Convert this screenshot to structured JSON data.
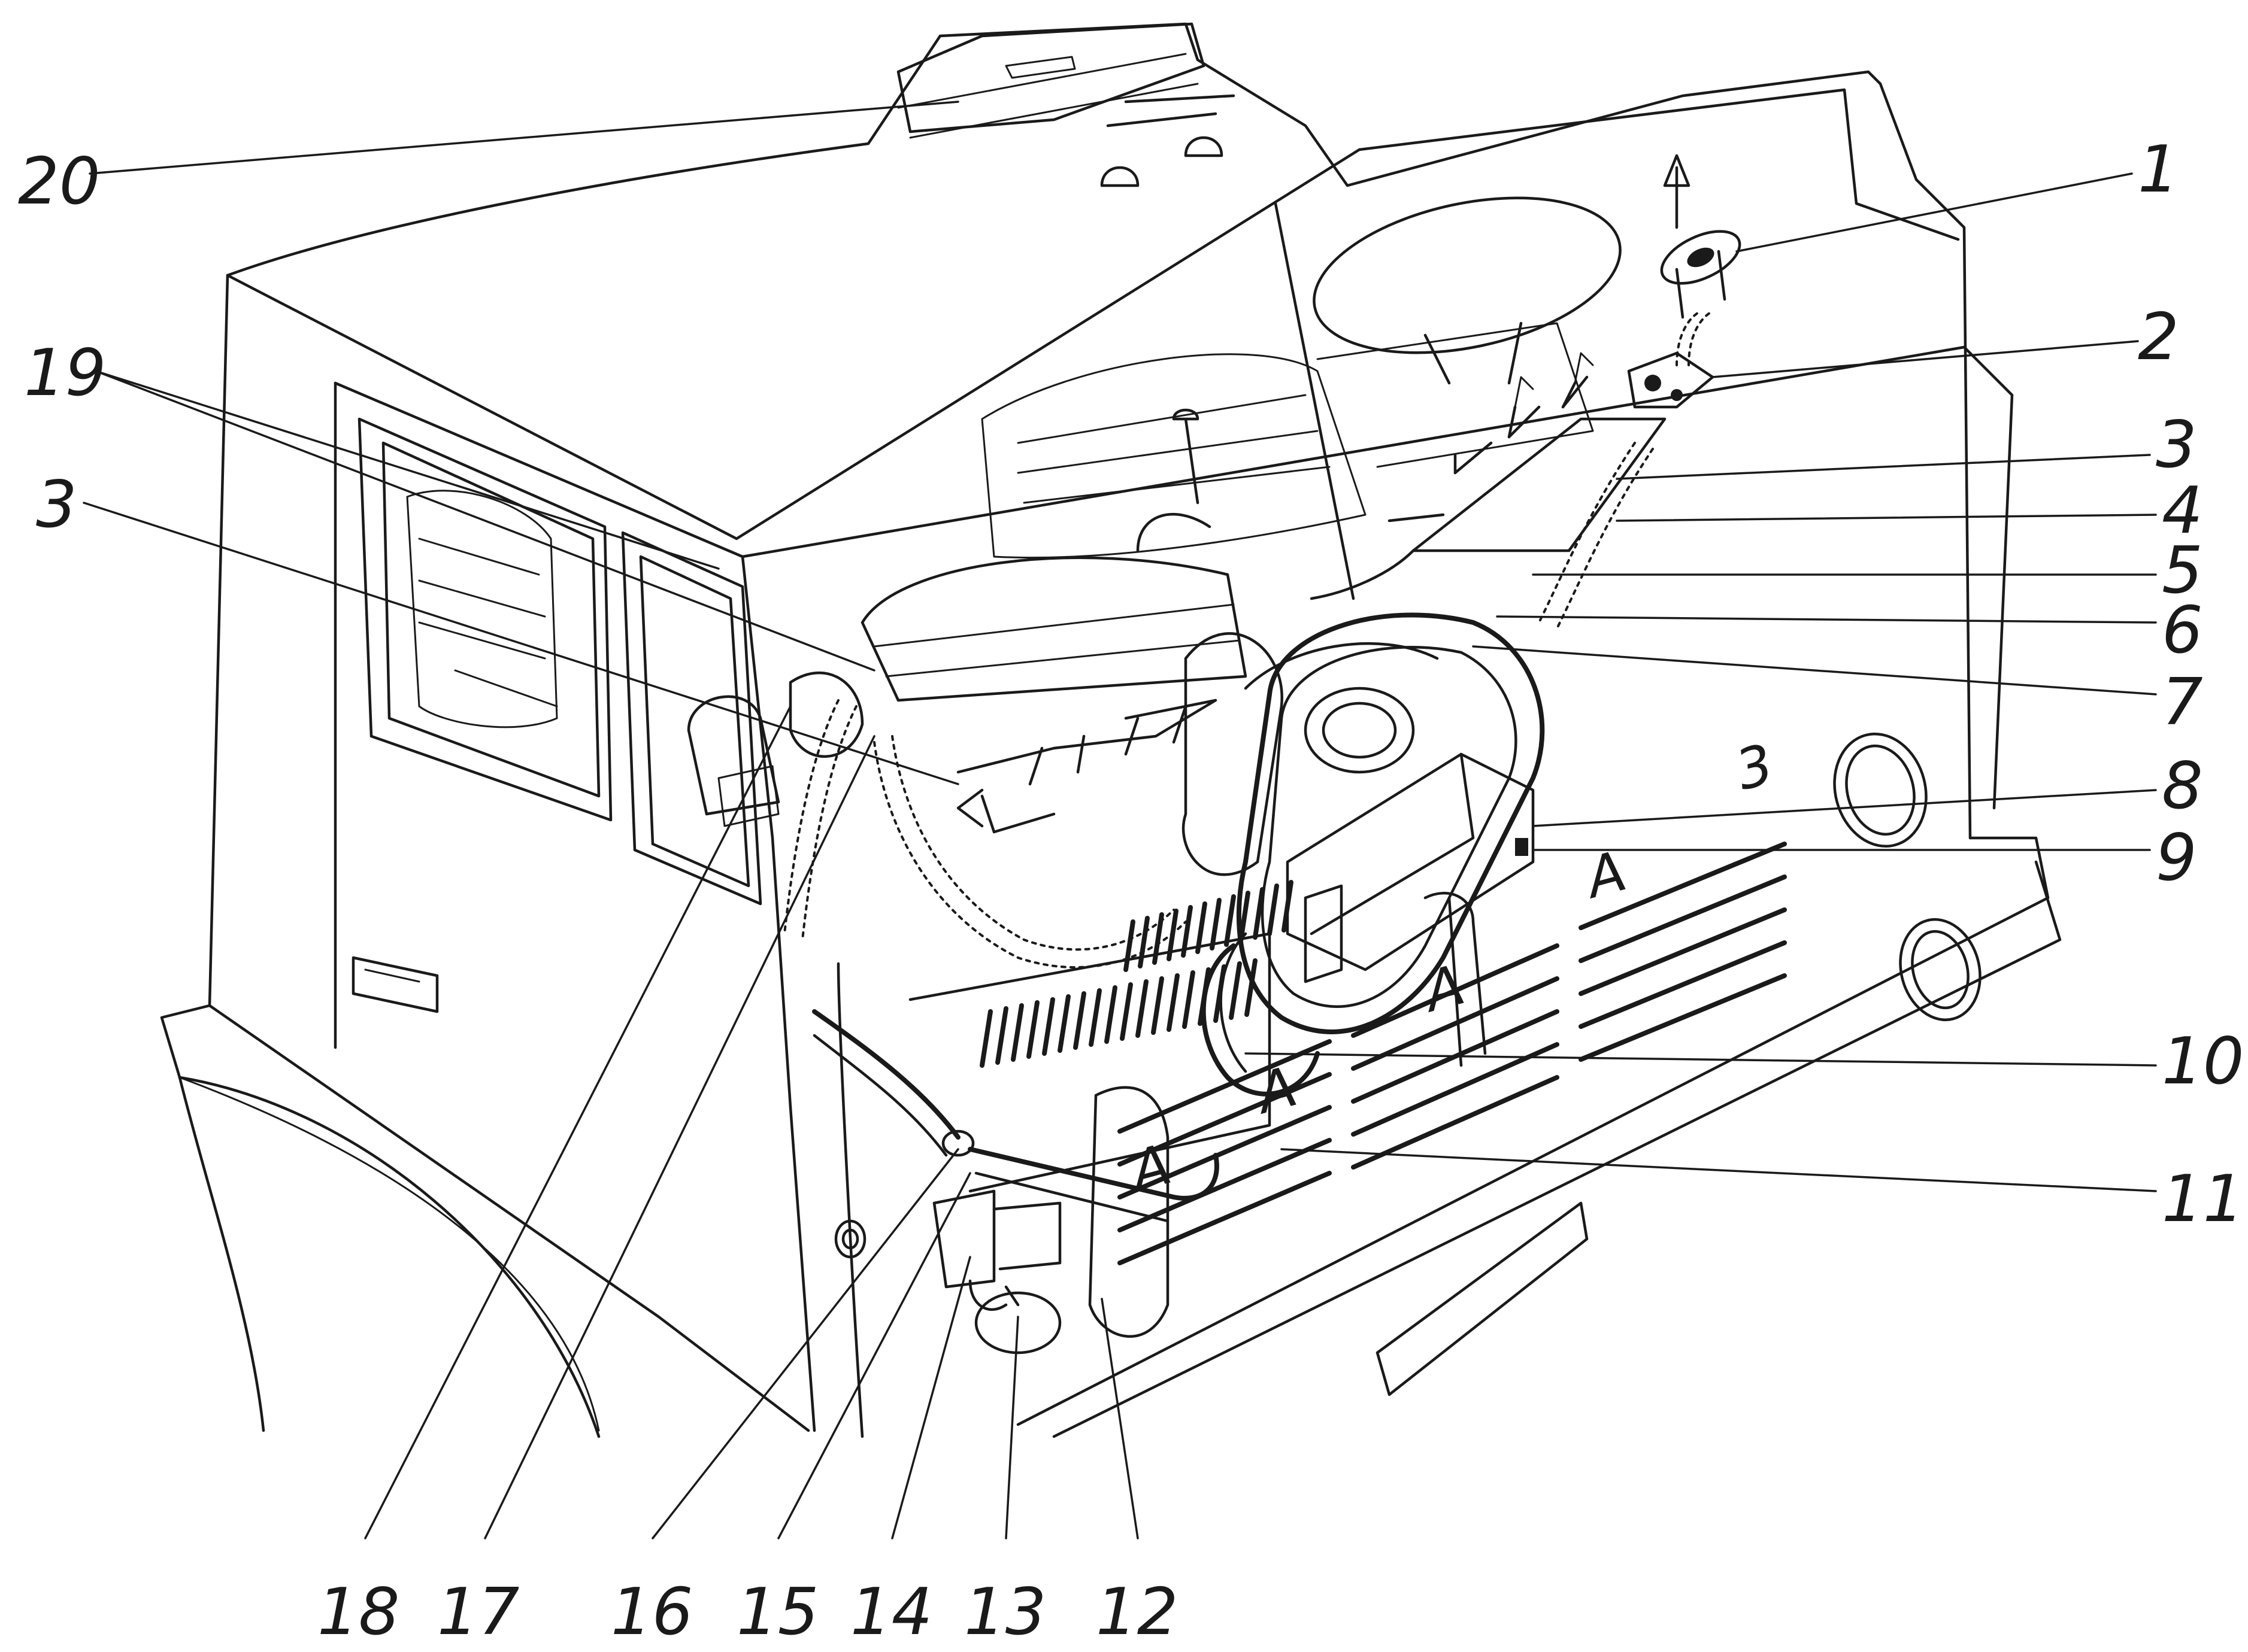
{
  "figure": {
    "callouts_right": [
      "1",
      "2",
      "3",
      "4",
      "5",
      "6",
      "7",
      "8",
      "9",
      "10",
      "11"
    ],
    "callouts_left": [
      "19",
      "3",
      "20"
    ],
    "callouts_bottom": [
      "18",
      "17",
      "16",
      "15",
      "14",
      "13",
      "12"
    ],
    "part_marks": [
      "3",
      "A",
      "A",
      "A",
      "A"
    ]
  }
}
